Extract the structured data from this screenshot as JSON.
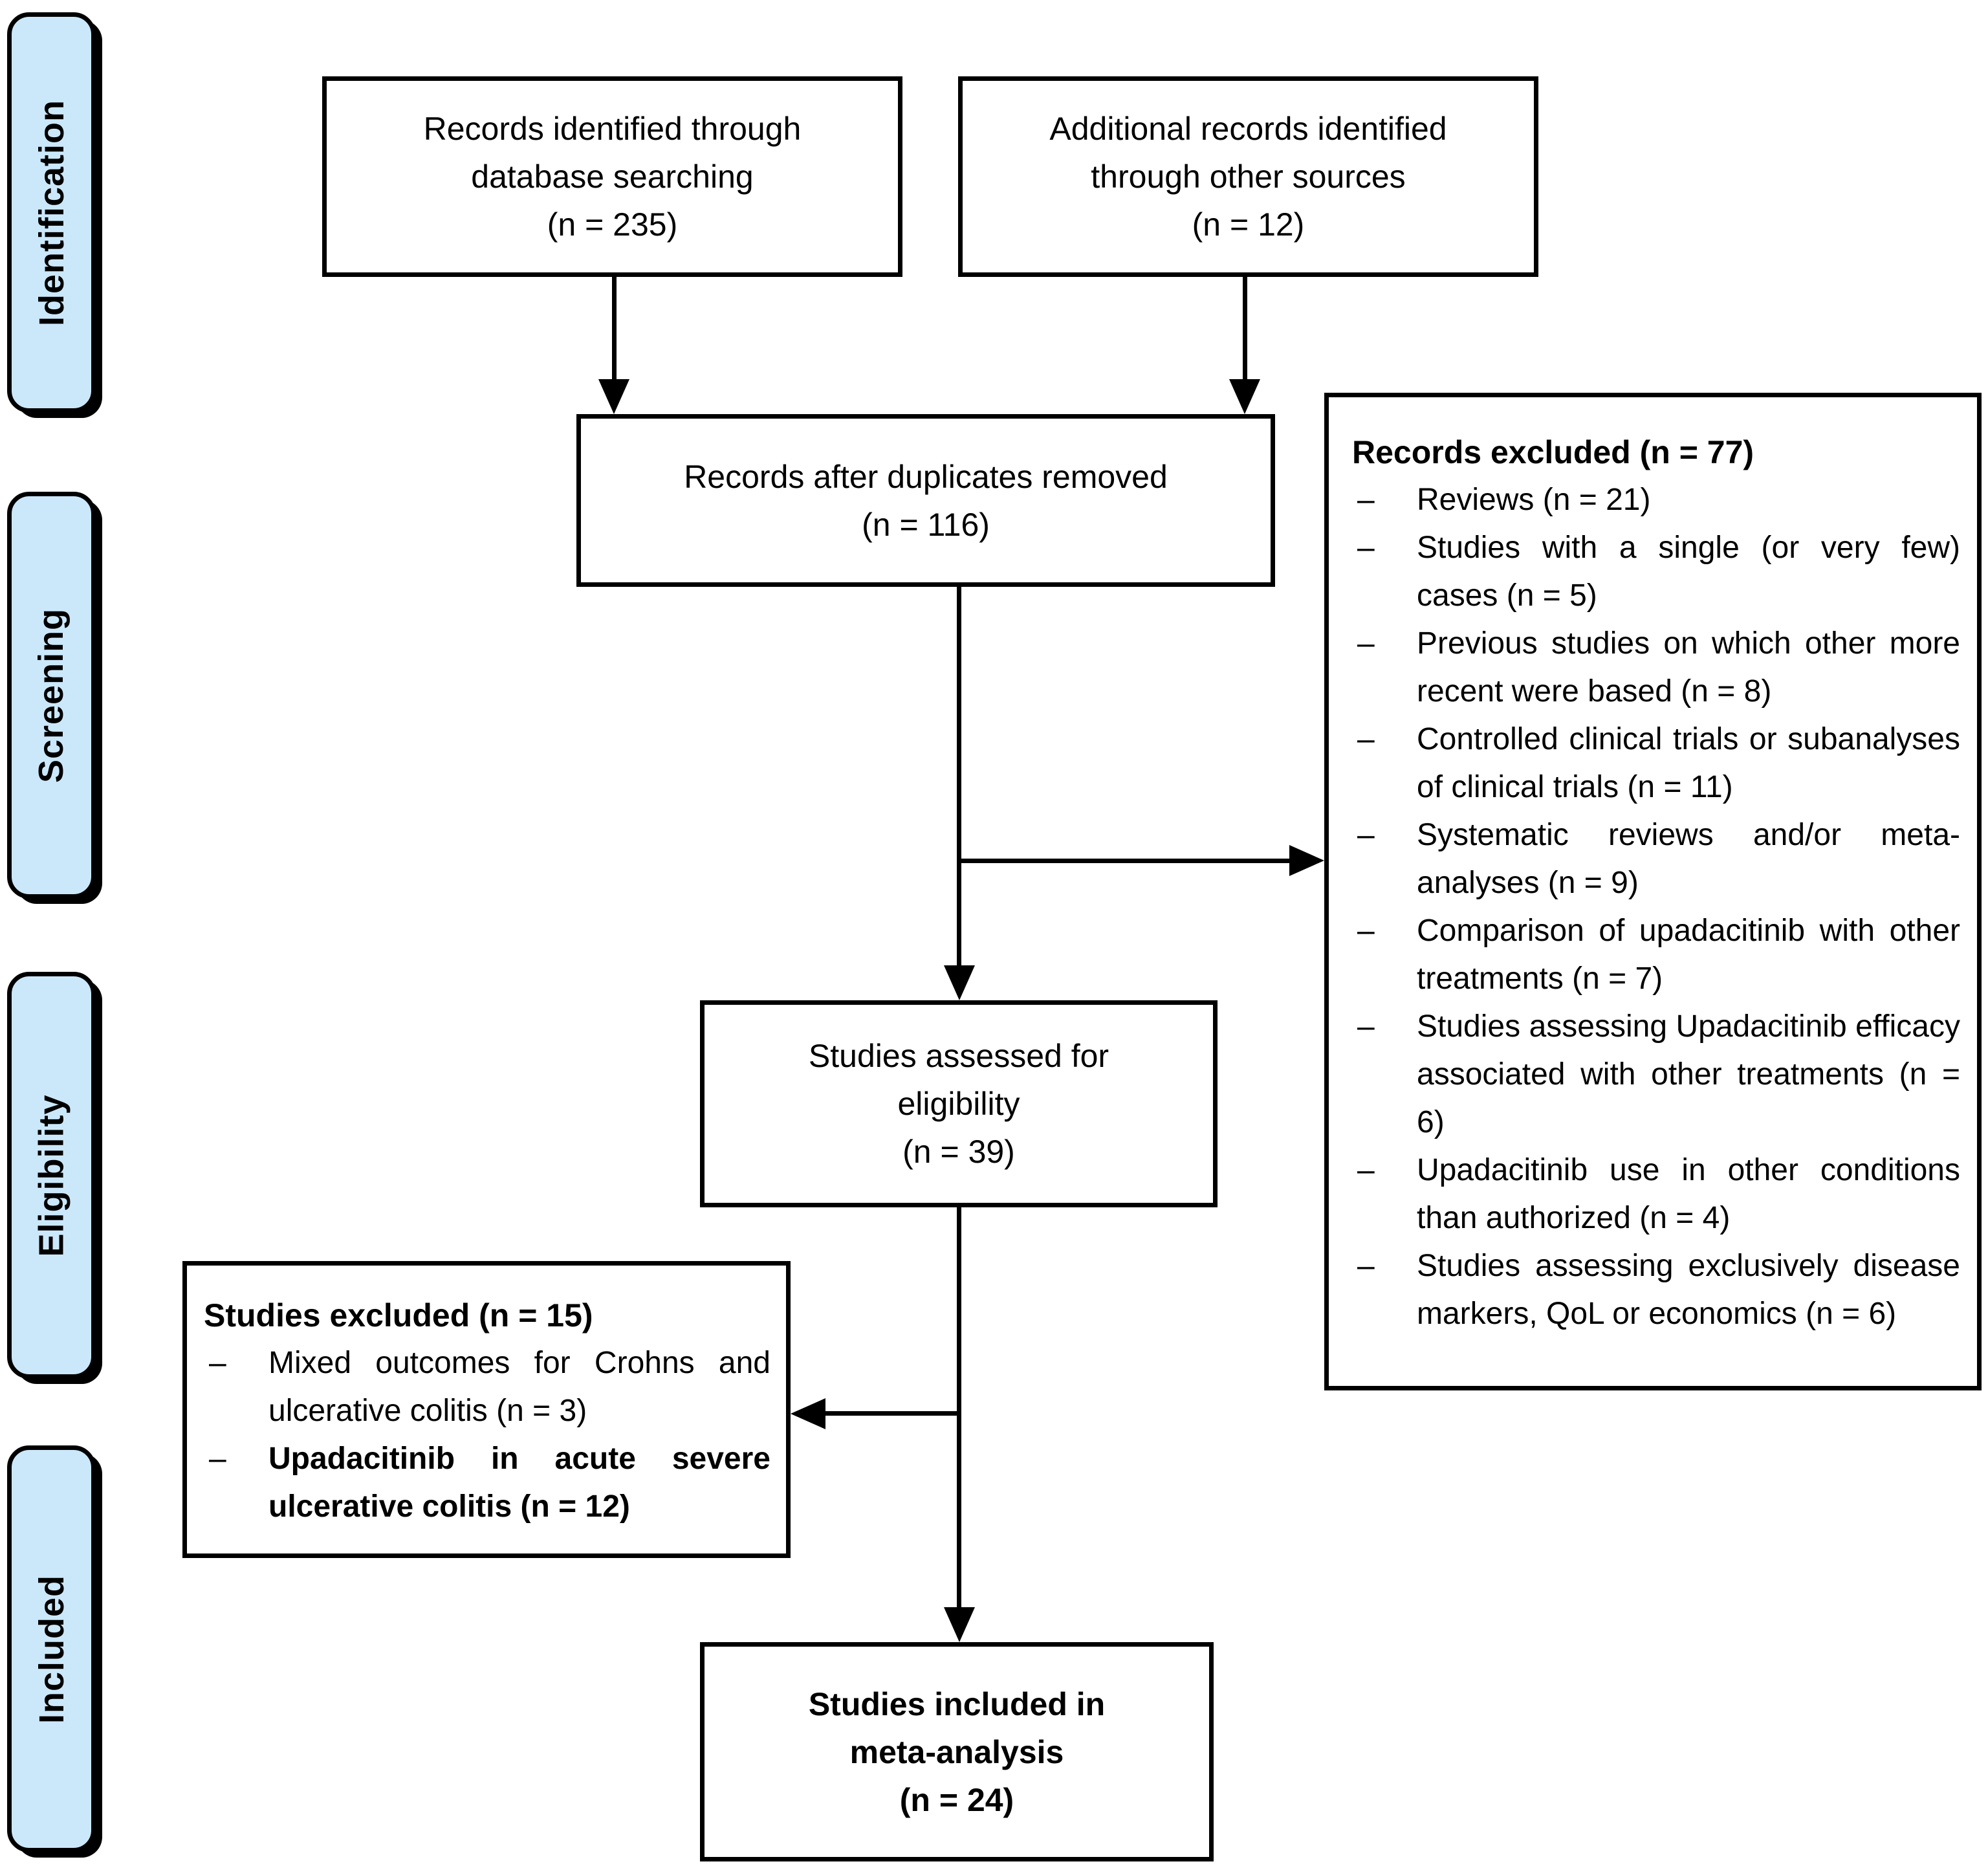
{
  "marker": "–",
  "stages": {
    "identification": "Identification",
    "screening": "Screening",
    "eligibility": "Eligibility",
    "included": "Included"
  },
  "boxes": {
    "identified": "Records identified through\ndatabase searching\n(n = 235)",
    "additional": "Additional records identified\nthrough other sources\n(n = 12)",
    "duplicates_removed": "Records after duplicates removed\n(n = 116)",
    "assessed": "Studies assessed for\neligibility\n(n = 39)",
    "meta_analysis": "Studies included in\nmeta-analysis\n(n = 24)"
  },
  "records_excluded": {
    "title": "Records excluded (n = 77)",
    "items": [
      "Reviews (n = 21)",
      "Studies with a single (or very few) cases (n = 5)",
      "Previous studies on which other more recent were based (n = 8)",
      "Controlled clinical trials or subanalyses of clinical trials (n = 11)",
      "Systematic reviews and/or meta-analyses (n = 9)",
      "Comparison of upadacitinib with other treatments (n = 7)",
      "Studies assessing Upadacitinib efficacy associated with other treatments (n = 6)",
      "Upadacitinib use in other conditions than authorized (n = 4)",
      "Studies assessing exclusively disease markers, QoL or economics (n = 6)"
    ]
  },
  "studies_excluded": {
    "title": "Studies excluded (n = 15)",
    "items": [
      "Mixed outcomes for Crohns and ulcerative colitis (n = 3)",
      "Upadacitinib in acute severe ulcerative colitis (n = 12)"
    ]
  },
  "colors": {
    "stage_fill": "#cbe8fb",
    "line": "#000000",
    "box_background": "#ffffff"
  }
}
